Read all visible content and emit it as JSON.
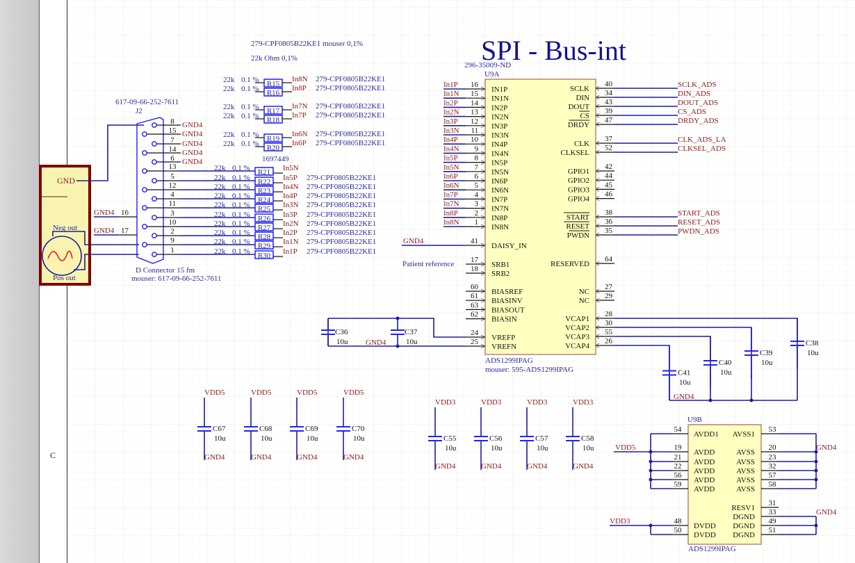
{
  "sheet": {
    "title": "SPI - Bus-int",
    "zone_label": "C",
    "colors": {
      "wire": "#1c1ca0",
      "net_label": "#8b1a1a",
      "annotation": "#2a2a9a",
      "ic_fill": "#ffffc0",
      "ic_border": "#b06060",
      "cap_plate": "#2020ff",
      "resistor_box": "#1e1eff",
      "source_fill": "#f8f4b0",
      "source_border": "#800000"
    }
  },
  "notes": {
    "resistor_part": "279-CPF0805B22KE1 mouser 0,1%",
    "resistor_value": "22k Ohm 0,1%",
    "alt_part": "1697449",
    "patient_reference": "Patient reference"
  },
  "connector": {
    "part_top": "617-09-66-252-7611",
    "designator": "J2",
    "desc": "D Connector 15 fm",
    "mouser": "mouser: 617-09-66-252-7611",
    "gnd_pins": [
      {
        "pin": "8",
        "net": "GND4"
      },
      {
        "pin": "15",
        "net": "GND4"
      },
      {
        "pin": "7",
        "net": "GND4"
      },
      {
        "pin": "14",
        "net": "GND4"
      },
      {
        "pin": "6",
        "net": "GND4"
      }
    ],
    "signal_pins": [
      "13",
      "5",
      "12",
      "4",
      "11",
      "3",
      "10",
      "2",
      "9",
      "1"
    ],
    "shell_pins": [
      {
        "pin": "16",
        "net": "GND4"
      },
      {
        "pin": "17",
        "net": "GND4"
      }
    ]
  },
  "source": {
    "gnd": "GND",
    "neg": "Neg out",
    "pos": "Pos out"
  },
  "resistors_top": [
    {
      "value": "22k",
      "tol": "0.1 %",
      "ref": "R15",
      "net": "In8N",
      "part": "279-CPF0805B22KE1"
    },
    {
      "value": "22k",
      "tol": "0.1 %",
      "ref": "R16",
      "net": "In8P",
      "part": "279-CPF0805B22KE1"
    },
    {
      "value": "22k",
      "tol": "0.1 %",
      "ref": "R17",
      "net": "In7N",
      "part": "279-CPF0805B22KE1"
    },
    {
      "value": "22k",
      "tol": "0.1 %",
      "ref": "R18",
      "net": "In7P",
      "part": "279-CPF0805B22KE1"
    },
    {
      "value": "22k",
      "tol": "0.1 %",
      "ref": "R19",
      "net": "In6N",
      "part": "279-CPF0805B22KE1"
    },
    {
      "value": "22k",
      "tol": "0.1 %",
      "ref": "R20",
      "net": "In6P",
      "part": "279-CPF0805B22KE1"
    }
  ],
  "resistors_bottom": [
    {
      "value": "22k",
      "tol": "0.1 %",
      "ref": "R21",
      "net": "In5N",
      "part": ""
    },
    {
      "value": "22k",
      "tol": "0.1 %",
      "ref": "R22",
      "net": "In5P",
      "part": "279-CPF0805B22KE1"
    },
    {
      "value": "22k",
      "tol": "0.1 %",
      "ref": "R23",
      "net": "In4N",
      "part": "279-CPF0805B22KE1"
    },
    {
      "value": "22k",
      "tol": "0.1 %",
      "ref": "R24",
      "net": "In4P",
      "part": "279-CPF0805B22KE1"
    },
    {
      "value": "22k",
      "tol": "0.1 %",
      "ref": "R25",
      "net": "In3N",
      "part": "279-CPF0805B22KE1"
    },
    {
      "value": "22k",
      "tol": "0.1 %",
      "ref": "R26",
      "net": "In3P",
      "part": "279-CPF0805B22KE1"
    },
    {
      "value": "22k",
      "tol": "0.1 %",
      "ref": "R27",
      "net": "In2N",
      "part": "279-CPF0805B22KE1"
    },
    {
      "value": "22k",
      "tol": "0.1 %",
      "ref": "R28",
      "net": "In2P",
      "part": "279-CPF0805B22KE1"
    },
    {
      "value": "22k",
      "tol": "0.1 %",
      "ref": "R29",
      "net": "In1N",
      "part": "279-CPF0805B22KE1"
    },
    {
      "value": "22k",
      "tol": "0.1 %",
      "ref": "R30",
      "net": "In1P",
      "part": "279-CPF0805B22KE1"
    }
  ],
  "u9a": {
    "part_top": "296-35009-ND",
    "designator": "U9A",
    "part_bottom": "ADS1299IPAG",
    "mouser": "mouser: 595-ADS1299IPAG",
    "left_inputs": [
      {
        "net": "In1P",
        "pin": "16",
        "name": "IN1P"
      },
      {
        "net": "In1N",
        "pin": "15",
        "name": "IN1N"
      },
      {
        "net": "In2P",
        "pin": "14",
        "name": "IN2P"
      },
      {
        "net": "In2N",
        "pin": "13",
        "name": "IN2N"
      },
      {
        "net": "In3P",
        "pin": "12",
        "name": "IN3P"
      },
      {
        "net": "In3N",
        "pin": "11",
        "name": "IN3N"
      },
      {
        "net": "In4P",
        "pin": "10",
        "name": "IN4P"
      },
      {
        "net": "In4N",
        "pin": "9",
        "name": "IN4N"
      },
      {
        "net": "In5P",
        "pin": "8",
        "name": "IN5P"
      },
      {
        "net": "In5N",
        "pin": "7",
        "name": "IN5N"
      },
      {
        "net": "In6P",
        "pin": "6",
        "name": "IN6P"
      },
      {
        "net": "In6N",
        "pin": "5",
        "name": "IN6N"
      },
      {
        "net": "In7P",
        "pin": "4",
        "name": "IN7P"
      },
      {
        "net": "In7N",
        "pin": "3",
        "name": "IN7N"
      },
      {
        "net": "In8P",
        "pin": "2",
        "name": "IN8P"
      },
      {
        "net": "In8N",
        "pin": "1",
        "name": "IN8N"
      }
    ],
    "daisy": {
      "net": "GND4",
      "pin": "41",
      "name": "DAISY_IN"
    },
    "srb": [
      {
        "pin": "17",
        "name": "SRB1"
      },
      {
        "pin": "18",
        "name": "SRB2"
      }
    ],
    "bias": [
      {
        "pin": "60",
        "name": "BIASREF"
      },
      {
        "pin": "61",
        "name": "BIASINV"
      },
      {
        "pin": "63",
        "name": "BIASOUT"
      },
      {
        "pin": "62",
        "name": "BIASIN"
      }
    ],
    "vref": [
      {
        "pin": "24",
        "name": "VREFP"
      },
      {
        "pin": "25",
        "name": "VREFN"
      }
    ],
    "right_spi": [
      {
        "name": "SCLK",
        "pin": "40",
        "net": "SCLK_ADS"
      },
      {
        "name": "DIN",
        "pin": "34",
        "net": "DIN_ADS"
      },
      {
        "name": "DOUT",
        "pin": "43",
        "net": "DOUT_ADS"
      },
      {
        "name": "CS",
        "pin": "39",
        "net": "CS_ADS"
      },
      {
        "name": "DRDY",
        "pin": "47",
        "net": "DRDY_ADS"
      }
    ],
    "right_clk": [
      {
        "name": "CLK",
        "pin": "37",
        "net": "CLK_ADS_LA"
      },
      {
        "name": "CLKSEL",
        "pin": "52",
        "net": "CLKSEL_ADS"
      }
    ],
    "gpio": [
      {
        "name": "GPIO1",
        "pin": "42"
      },
      {
        "name": "GPIO2",
        "pin": "44"
      },
      {
        "name": "GPIO3",
        "pin": "45"
      },
      {
        "name": "GPIO4",
        "pin": "46"
      }
    ],
    "right_ctrl": [
      {
        "name": "START",
        "pin": "38",
        "net": "START_ADS"
      },
      {
        "name": "RESET",
        "pin": "36",
        "net": "RESET_ADS"
      },
      {
        "name": "PWDN",
        "pin": "35",
        "net": "PWDN_ADS"
      }
    ],
    "reserved": {
      "name": "RESERVED",
      "pin": "64"
    },
    "nc": [
      {
        "name": "NC",
        "pin": "27"
      },
      {
        "name": "NC",
        "pin": "29"
      }
    ],
    "vcap": [
      {
        "name": "VCAP1",
        "pin": "28"
      },
      {
        "name": "VCAP2",
        "pin": "30"
      },
      {
        "name": "VCAP3",
        "pin": "55"
      },
      {
        "name": "VCAP4",
        "pin": "26"
      }
    ]
  },
  "vref_caps": [
    {
      "ref": "C36",
      "value": "10u"
    },
    {
      "ref": "C37",
      "value": "10u"
    }
  ],
  "vref_gnd": "GND4",
  "vcap_caps": [
    {
      "ref": "C41",
      "value": "10u"
    },
    {
      "ref": "C40",
      "value": "10u"
    },
    {
      "ref": "C39",
      "value": "10u"
    },
    {
      "ref": "C38",
      "value": "10u"
    }
  ],
  "vcap_gnd": "GND4",
  "decoupling_vdd5": [
    {
      "ref": "C67",
      "value": "10u",
      "top": "VDD5",
      "bottom": "GND4"
    },
    {
      "ref": "C68",
      "value": "10u",
      "top": "VDD5",
      "bottom": "GND4"
    },
    {
      "ref": "C69",
      "value": "10u",
      "top": "VDD5",
      "bottom": "GND4"
    },
    {
      "ref": "C70",
      "value": "10u",
      "top": "VDD5",
      "bottom": "GND4"
    }
  ],
  "decoupling_vdd3": [
    {
      "ref": "C55",
      "value": "10u",
      "top": "VDD3",
      "bottom": "GND4"
    },
    {
      "ref": "C56",
      "value": "10u",
      "top": "VDD3",
      "bottom": "GND4"
    },
    {
      "ref": "C57",
      "value": "10u",
      "top": "VDD3",
      "bottom": "GND4"
    },
    {
      "ref": "C58",
      "value": "10u",
      "top": "VDD3",
      "bottom": "GND4"
    }
  ],
  "u9b": {
    "designator": "U9B",
    "part_bottom": "ADS1299IPAG",
    "vdd5": "VDD5",
    "vdd3": "VDD3",
    "gnd_a": "GND4",
    "gnd_d": "GND4",
    "left": [
      {
        "pin": "54",
        "name": "AVDD1"
      },
      {
        "pin": "19",
        "name": "AVDD"
      },
      {
        "pin": "21",
        "name": "AVDD"
      },
      {
        "pin": "22",
        "name": "AVDD"
      },
      {
        "pin": "56",
        "name": "AVDD"
      },
      {
        "pin": "59",
        "name": "AVDD"
      }
    ],
    "left_d": [
      {
        "pin": "48",
        "name": "DVDD"
      },
      {
        "pin": "50",
        "name": "DVDD"
      }
    ],
    "right": [
      {
        "pin": "53",
        "name": "AVSS1"
      },
      {
        "pin": "20",
        "name": "AVSS"
      },
      {
        "pin": "23",
        "name": "AVSS"
      },
      {
        "pin": "32",
        "name": "AVSS"
      },
      {
        "pin": "57",
        "name": "AVSS"
      },
      {
        "pin": "58",
        "name": "AVSS"
      }
    ],
    "right_d": [
      {
        "pin": "31",
        "name": "RESV1"
      },
      {
        "pin": "33",
        "name": "DGND"
      },
      {
        "pin": "49",
        "name": "DGND"
      },
      {
        "pin": "51",
        "name": "DGND"
      }
    ]
  }
}
